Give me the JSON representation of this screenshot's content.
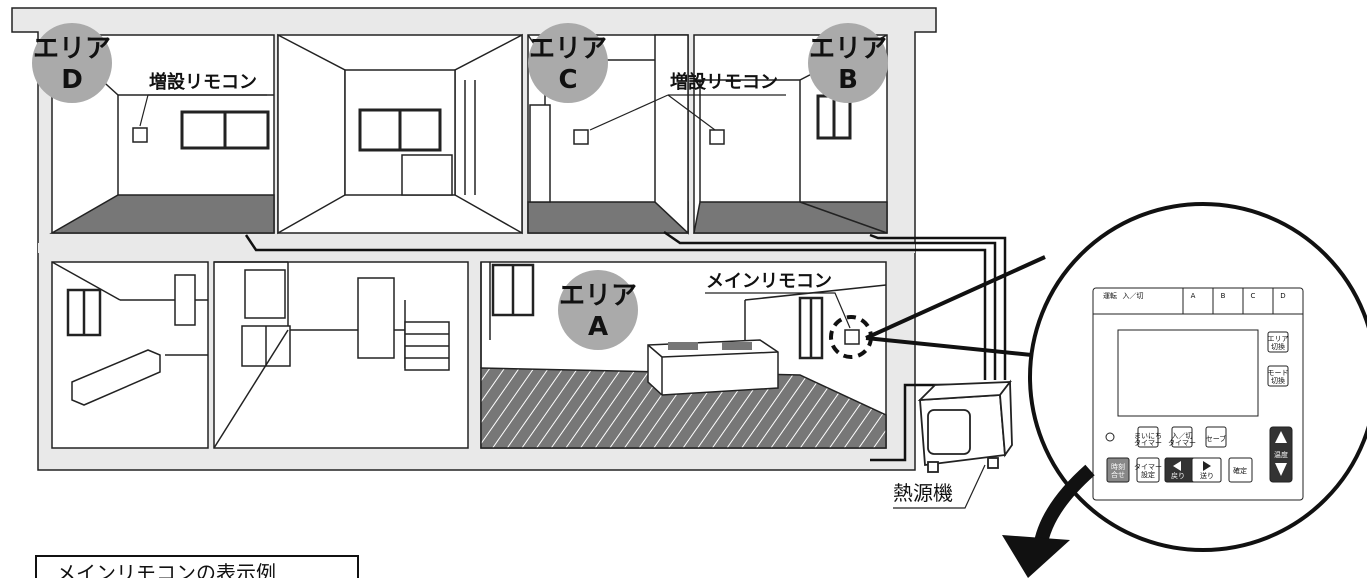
{
  "areas": [
    {
      "line1": "エリア",
      "line2": "D"
    },
    {
      "line1": "エリア",
      "line2": "C"
    },
    {
      "line1": "エリア",
      "line2": "B"
    },
    {
      "line1": "エリア",
      "line2": "A"
    }
  ],
  "labels": {
    "extra_remote_left": "増設リモコン",
    "extra_remote_right": "増設リモコン",
    "main_remote": "メインリモコン",
    "heat_source": "熱源機",
    "caption": "メインリモコンの表示例"
  },
  "remote": {
    "run": "運転",
    "on_off": "入／切",
    "zones": [
      "A",
      "B",
      "C",
      "D"
    ],
    "area_switch": [
      "エリア",
      "切換"
    ],
    "mode_switch": [
      "モード",
      "切換"
    ],
    "daily_timer": [
      "まいにち",
      "タイマー"
    ],
    "onoff_timer": [
      "入／切",
      "タイマー"
    ],
    "save": "セーブ",
    "temp": "温度",
    "clock_set": [
      "時刻",
      "合せ"
    ],
    "timer_set": [
      "タイマー",
      "設定"
    ],
    "back": "戻り",
    "forward": "送り",
    "confirm": "確定"
  }
}
